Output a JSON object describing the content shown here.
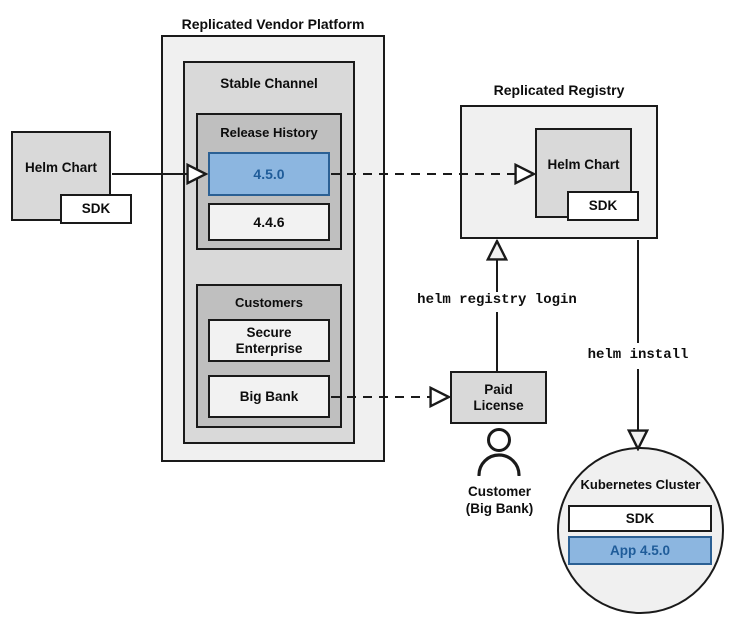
{
  "diagram": {
    "title_vendor_platform": "Replicated Vendor Platform",
    "title_registry": "Replicated Registry",
    "groups": {
      "stable_channel": "Stable Channel",
      "release_history": "Release History",
      "customers": "Customers",
      "kubernetes_cluster": "Kubernetes Cluster"
    },
    "nodes": {
      "helm_chart_source": "Helm Chart",
      "helm_chart_source_sdk": "SDK",
      "release_current": "4.5.0",
      "release_previous": "4.4.6",
      "customer_secure_enterprise": "Secure\nEnterprise",
      "customer_secure_enterprise_line1": "Secure",
      "customer_secure_enterprise_line2": "Enterprise",
      "customer_big_bank": "Big Bank",
      "registry_helm_chart": "Helm Chart",
      "registry_helm_chart_sdk": "SDK",
      "paid_license_line1": "Paid",
      "paid_license_line2": "License",
      "customer_actor_line1": "Customer",
      "customer_actor_line2": "(Big Bank)",
      "cluster_sdk": "SDK",
      "cluster_app": "App 4.5.0"
    },
    "commands": {
      "registry_login": "helm registry login",
      "install": "helm install"
    },
    "colors": {
      "accent_blue_fill": "#8cb6e0",
      "accent_blue_border": "#2b6094",
      "accent_blue_text": "#1f5c99",
      "outline": "#1a1a1a",
      "group_outer_fill": "#f0f0f0",
      "group_mid_fill": "#d9d9d9",
      "group_inner_fill": "#bfbfbf",
      "node_fill": "#f2f2f2"
    }
  }
}
